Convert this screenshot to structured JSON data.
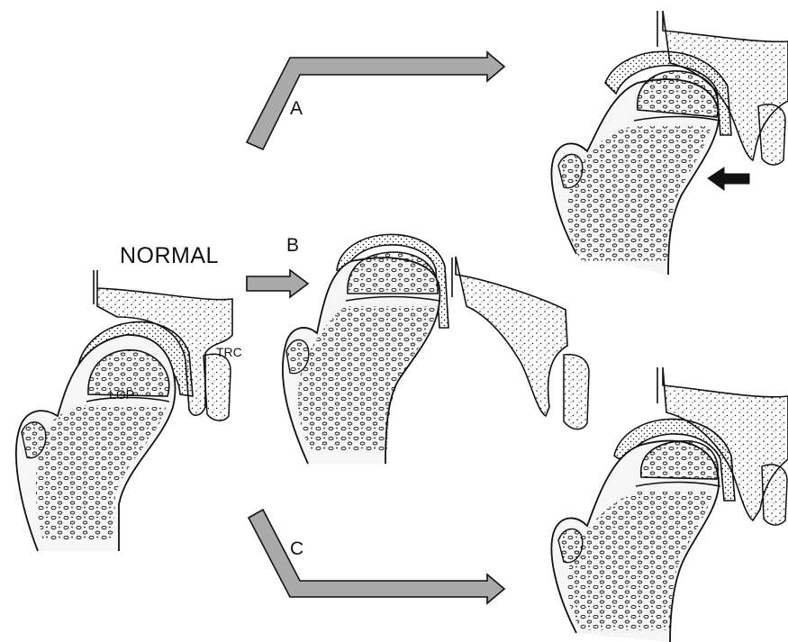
{
  "labels": {
    "normal": "NORMAL",
    "a": "A",
    "b": "B",
    "c": "C",
    "lgp": "LGP",
    "trc": "TRC"
  },
  "colors": {
    "ink": "#111111",
    "arrow_fill": "#a9a9a9",
    "bone_fill": "#f4f4f4",
    "background": "#ffffff"
  },
  "icons": {
    "arrow_a": "bent-arrow-up-right",
    "arrow_b": "right-arrow",
    "arrow_c": "bent-arrow-down-right",
    "indicator": "left-arrow"
  }
}
